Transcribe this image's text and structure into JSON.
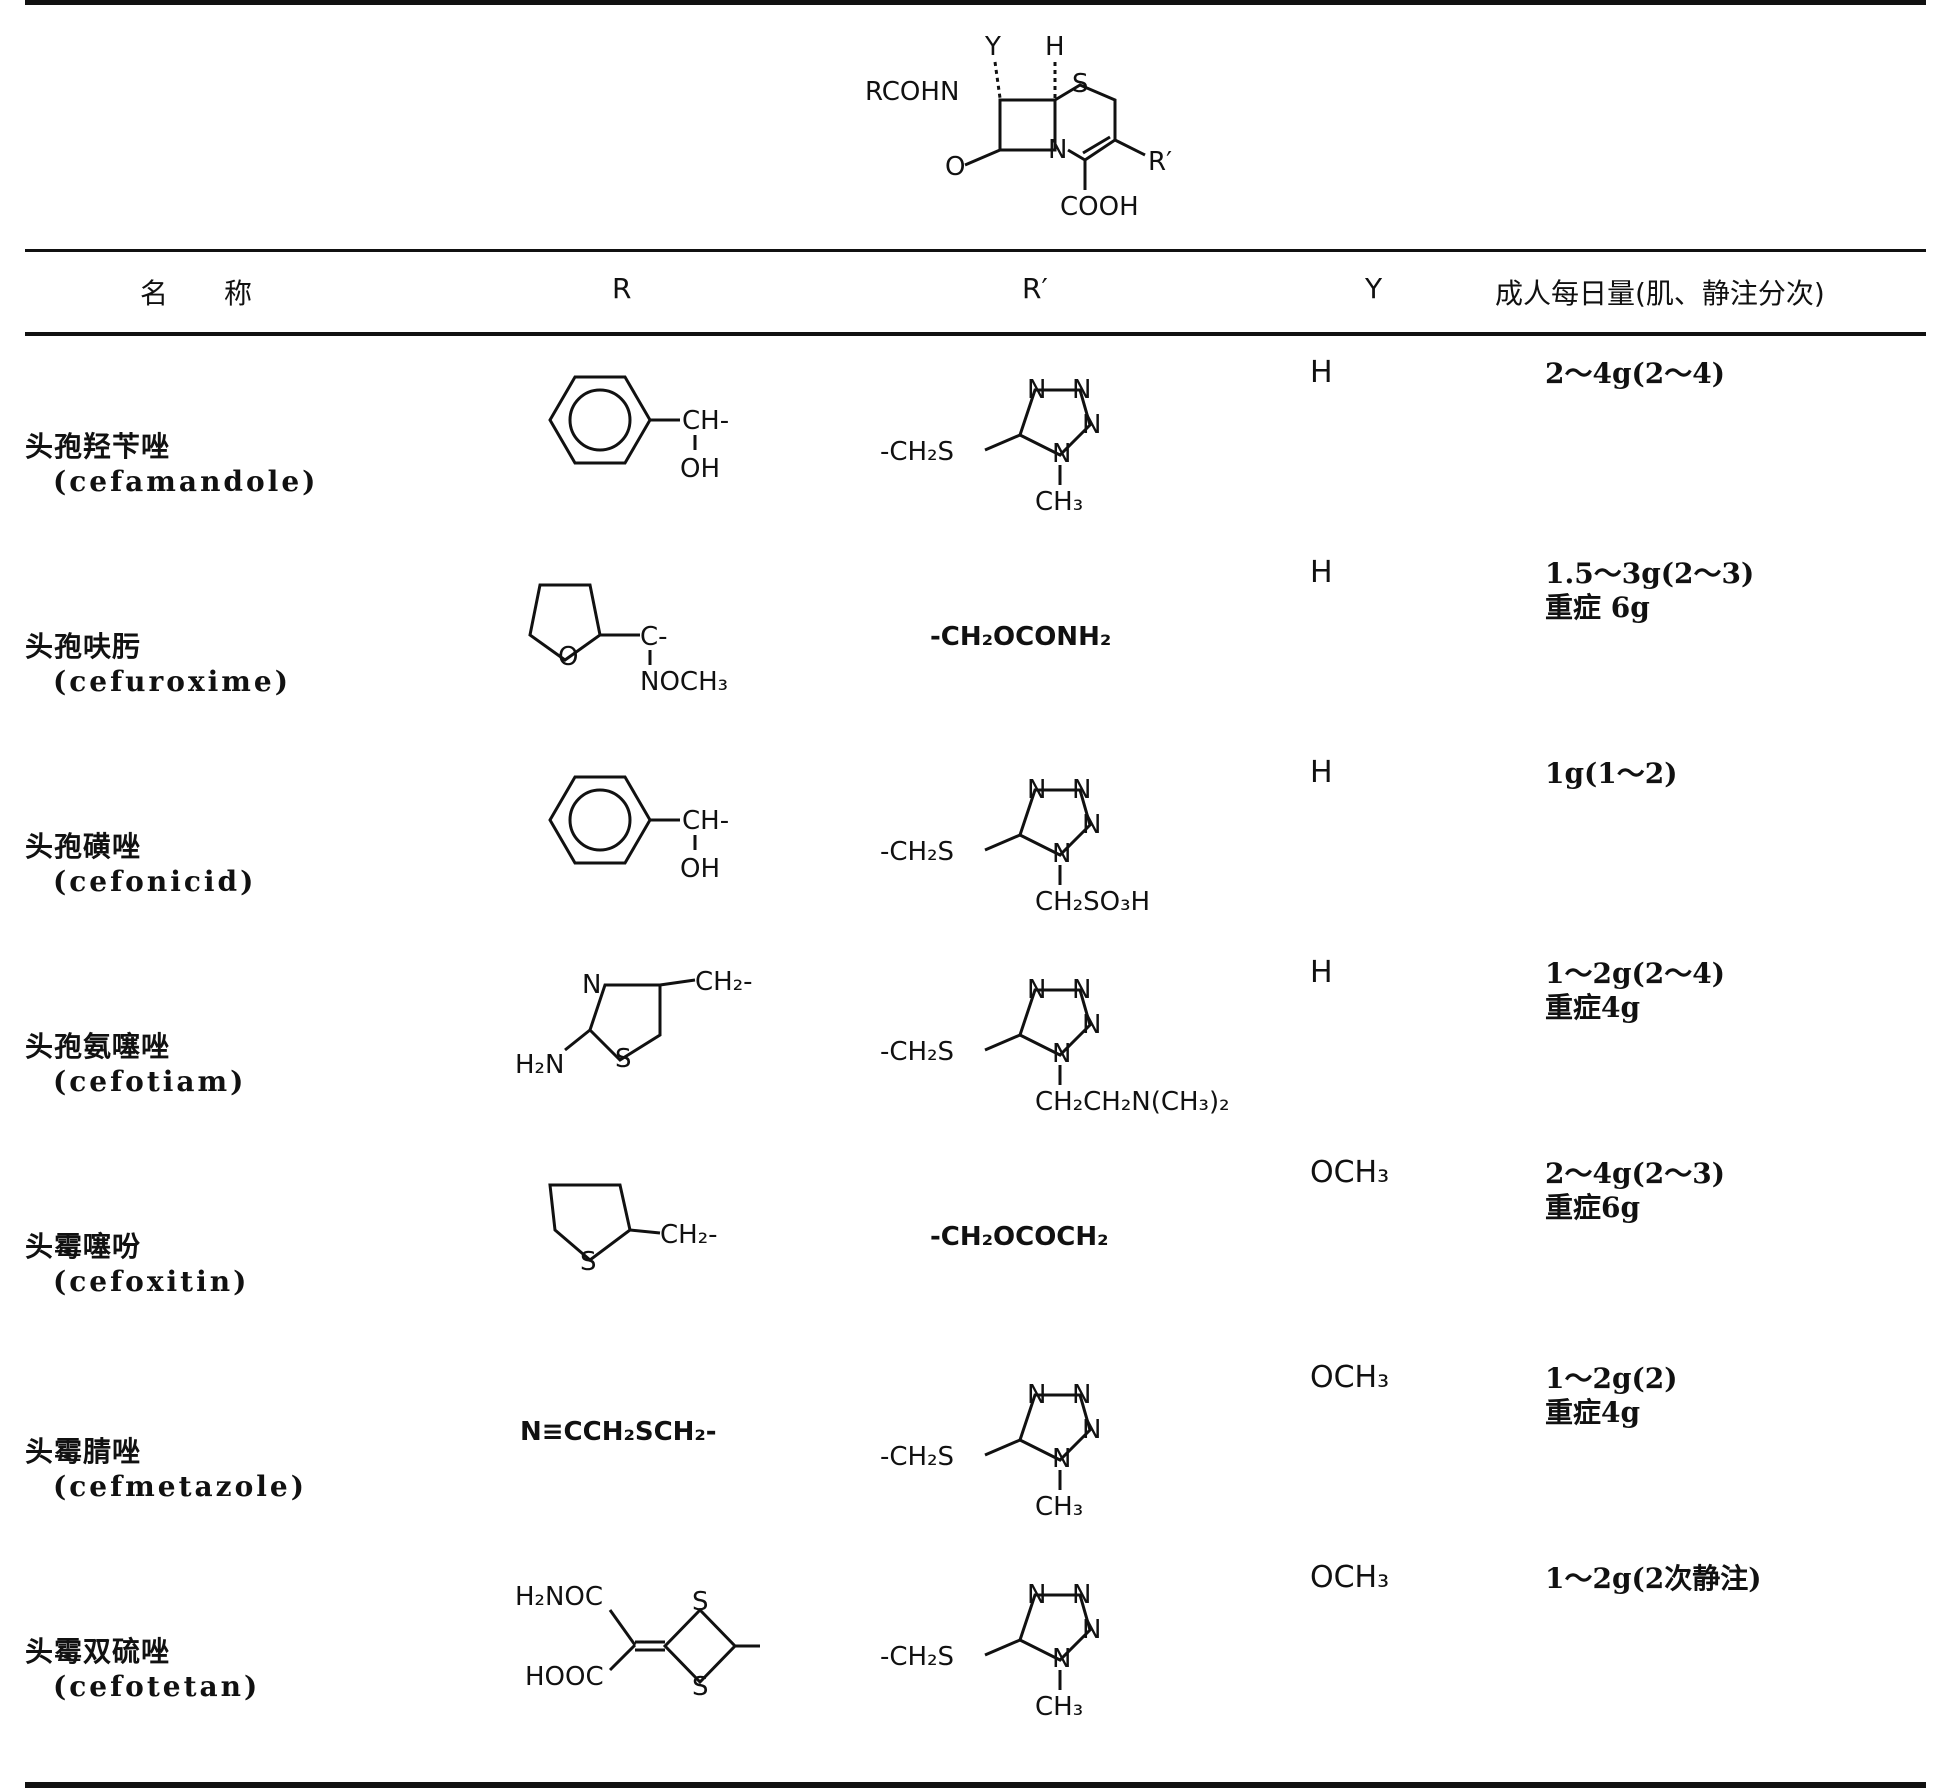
{
  "core": {
    "rcohn": "RCOHN",
    "y": "Y",
    "h": "H",
    "s": "S",
    "n": "N",
    "o": "O",
    "r_prime": "R′",
    "cooh": "COOH"
  },
  "header": {
    "name": "名　　称",
    "r": "R",
    "r_prime": "R′",
    "y": "Y",
    "dose": "成人每日量(肌、静注分次)"
  },
  "rows": [
    {
      "name_cn": "头孢羟苄唑",
      "name_en": "(cefamandole)",
      "r": {
        "type": "benzyl",
        "a": "CH-",
        "b": "OH"
      },
      "rp": {
        "type": "tetrazole",
        "left": "-CH₂S",
        "sub": "CH₃"
      },
      "y": "H",
      "dose": [
        "2～4g(2～4)"
      ]
    },
    {
      "name_cn": "头孢呋肟",
      "name_en": "(cefuroxime)",
      "r": {
        "type": "furyl",
        "o": "O",
        "a": "C-",
        "b": "NOCH₃"
      },
      "rp": {
        "type": "text",
        "text": "-CH₂OCONH₂"
      },
      "y": "H",
      "dose": [
        "1.5～3g(2～3)",
        "重症 6g"
      ]
    },
    {
      "name_cn": "头孢磺唑",
      "name_en": "(cefonicid)",
      "r": {
        "type": "benzyl",
        "a": "CH-",
        "b": "OH"
      },
      "rp": {
        "type": "tetrazole",
        "left": "-CH₂S",
        "sub": "CH₂SO₃H"
      },
      "y": "H",
      "dose": [
        "1g(1～2)"
      ]
    },
    {
      "name_cn": "头孢氨噻唑",
      "name_en": "(cefotiam)",
      "r": {
        "type": "thiazole",
        "n": "N",
        "s": "S",
        "a": "CH₂-",
        "b": "H₂N"
      },
      "rp": {
        "type": "tetrazole",
        "left": "-CH₂S",
        "sub": "CH₂CH₂N(CH₃)₂"
      },
      "y": "H",
      "dose": [
        "1～2g(2～4)",
        "重症4g"
      ]
    },
    {
      "name_cn": "头霉噻吩",
      "name_en": "(cefoxitin)",
      "r": {
        "type": "thiophene",
        "s": "S",
        "a": "CH₂-"
      },
      "rp": {
        "type": "text",
        "text": "-CH₂OCOCH₂"
      },
      "y": "OCH₃",
      "dose": [
        "2～4g(2～3)",
        "重症6g"
      ]
    },
    {
      "name_cn": "头霉腈唑",
      "name_en": "(cefmetazole)",
      "r": {
        "type": "text",
        "text": "N≡CCH₂SCH₂-"
      },
      "rp": {
        "type": "tetrazole",
        "left": "-CH₂S",
        "sub": "CH₃"
      },
      "y": "OCH₃",
      "dose": [
        "1～2g(2)",
        "重症4g"
      ]
    },
    {
      "name_cn": "头霉双硫唑",
      "name_en": "(cefotetan)",
      "r": {
        "type": "dithietane",
        "a": "H₂NOC",
        "b": "HOOC",
        "s": "S"
      },
      "rp": {
        "type": "tetrazole",
        "left": "-CH₂S",
        "sub": "CH₃"
      },
      "y": "OCH₃",
      "dose": [
        "1～2g(2次静注)"
      ]
    }
  ]
}
